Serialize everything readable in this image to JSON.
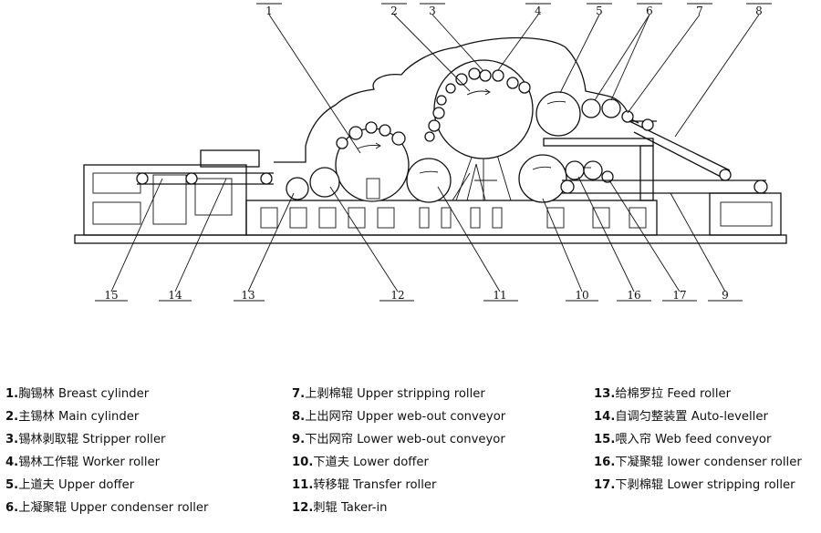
{
  "callouts": [
    "1",
    "2",
    "3",
    "4",
    "5",
    "6",
    "7",
    "8",
    "9",
    "10",
    "11",
    "12",
    "13",
    "14",
    "15",
    "16",
    "17"
  ],
  "legend": [
    [
      {
        "num": "1.",
        "zh": "胸锡林",
        "en": " Breast cylinder"
      },
      {
        "num": "2.",
        "zh": "主锡林",
        "en": " Main cylinder"
      },
      {
        "num": "3.",
        "zh": "锡林剥取辊",
        "en": " Stripper roller"
      },
      {
        "num": "4.",
        "zh": "锡林工作辊",
        "en": " Worker roller"
      },
      {
        "num": "5.",
        "zh": "上道夫",
        "en": " Upper doffer"
      },
      {
        "num": "6.",
        "zh": "上凝聚辊",
        "en": " Upper condenser roller"
      }
    ],
    [
      {
        "num": "7.",
        "zh": "上剥棉辊",
        "en": " Upper stripping roller"
      },
      {
        "num": "8.",
        "zh": "上出网帘",
        "en": " Upper web-out conveyor"
      },
      {
        "num": "9.",
        "zh": "下出网帘",
        "en": " Lower web-out conveyor"
      },
      {
        "num": "10.",
        "zh": "下道夫",
        "en": " Lower doffer"
      },
      {
        "num": "11.",
        "zh": "转移辊",
        "en": " Transfer roller"
      },
      {
        "num": "12.",
        "zh": "刺辊",
        "en": " Taker-in"
      }
    ],
    [
      {
        "num": "13.",
        "zh": "给棉罗拉",
        "en": " Feed roller"
      },
      {
        "num": "14.",
        "zh": "自调匀整装置",
        "en": " Auto-leveller"
      },
      {
        "num": "15.",
        "zh": "喂入帘",
        "en": " Web feed conveyor"
      },
      {
        "num": "16.",
        "zh": "下凝聚辊",
        "en": " lower condenser roller"
      },
      {
        "num": "17.",
        "zh": "下剥棉辊",
        "en": " Lower stripping roller"
      }
    ]
  ]
}
